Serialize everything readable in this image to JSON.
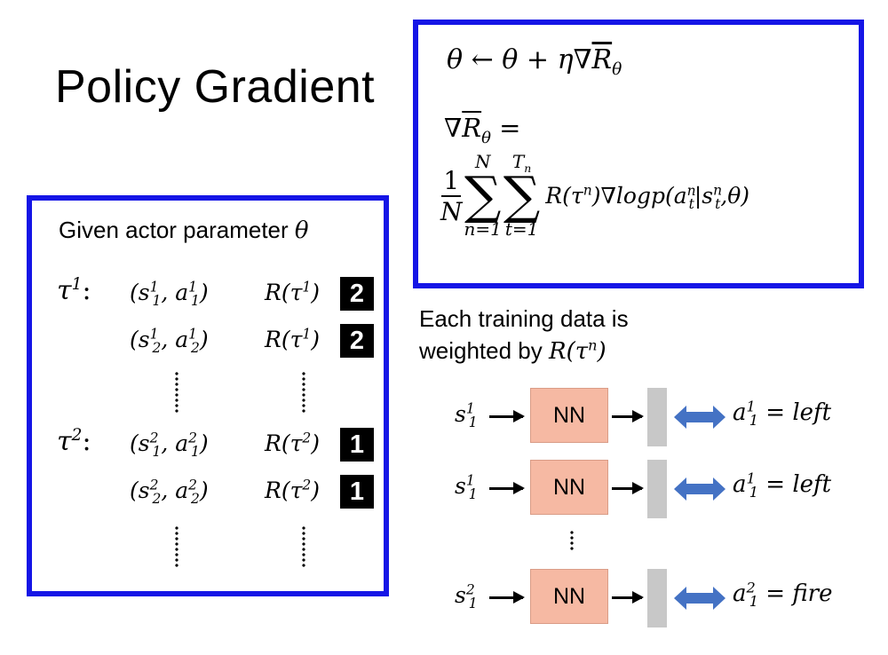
{
  "title": "Policy Gradient",
  "update_rule": {
    "theta": "θ",
    "arrow": "←",
    "plus": "+",
    "eta": "η",
    "nabla": "∇",
    "R": "R",
    "sub": "θ"
  },
  "gradient": {
    "lhs_nabla": "∇",
    "lhs_R": "R",
    "lhs_sub": "θ",
    "eq": "=",
    "frac_num": "1",
    "frac_den": "N",
    "sum1_top": "N",
    "sum1_bottom": "n=1",
    "sum2_top": "T",
    "sum2_top_sub": "n",
    "sum2_bottom": "t=1",
    "sigma": "∑",
    "term": "R(τ",
    "term_sup": "n",
    "term_rest": ")∇logp(a",
    "a_sub": "t",
    "a_sup": "n",
    "bar": "|s",
    "s_sub": "t",
    "s_sup": "n",
    "tail": ",θ)"
  },
  "actor": {
    "label": "Given actor parameter",
    "theta": "θ",
    "rows": [
      {
        "tau": "τ",
        "tau_sup": "1",
        "colon": ":",
        "s_sup": "1",
        "s_sub": "1",
        "a_sup": "1",
        "a_sub": "1",
        "r_sup": "1",
        "reward": "2"
      },
      {
        "tau": "",
        "tau_sup": "",
        "colon": "",
        "s_sup": "1",
        "s_sub": "2",
        "a_sup": "1",
        "a_sub": "2",
        "r_sup": "1",
        "reward": "2"
      },
      {
        "tau": "τ",
        "tau_sup": "2",
        "colon": ":",
        "s_sup": "2",
        "s_sub": "1",
        "a_sup": "2",
        "a_sub": "1",
        "r_sup": "2",
        "reward": "1"
      },
      {
        "tau": "",
        "tau_sup": "",
        "colon": "",
        "s_sup": "2",
        "s_sub": "2",
        "a_sup": "2",
        "a_sub": "2",
        "r_sup": "2",
        "reward": "1"
      }
    ]
  },
  "weighted_note": {
    "line1": "Each training data is",
    "line2": "weighted by",
    "R": "R(τ",
    "sup": "n",
    "close": ")"
  },
  "training": {
    "nn_label": "NN",
    "rows": [
      {
        "s_sup": "1",
        "s_sub": "1",
        "a_sup": "1",
        "a_sub": "1",
        "action": "left"
      },
      {
        "s_sup": "1",
        "s_sub": "1",
        "a_sup": "1",
        "a_sub": "1",
        "action": "left"
      },
      {
        "s_sup": "2",
        "s_sub": "1",
        "a_sup": "2",
        "a_sub": "1",
        "action": "fire"
      }
    ]
  },
  "colors": {
    "box_border": "#1515e6",
    "nn_fill": "#f6b9a3",
    "output_bar": "#c8c8c8",
    "double_arrow": "#4472c4",
    "badge": "#000000"
  }
}
